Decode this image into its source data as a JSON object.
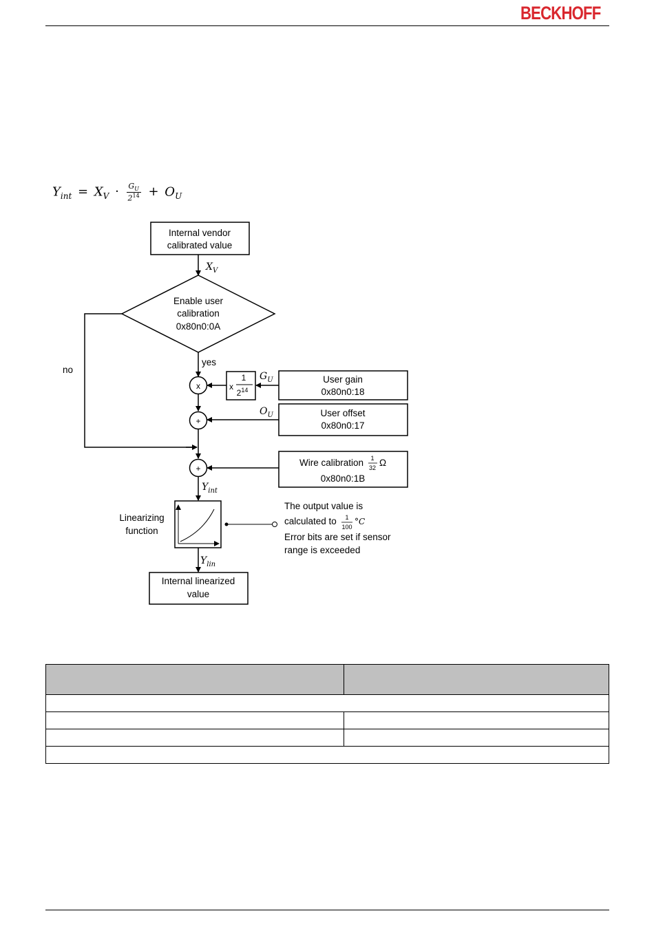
{
  "header": {
    "brand": "BECKHOFF"
  },
  "formula": {
    "lhs": "Y",
    "lhs_sub": "int",
    "eq": "=",
    "x": "X",
    "x_sub": "V",
    "dot": "·",
    "frac_num": "G",
    "frac_num_sub": "U",
    "frac_den": "2",
    "frac_den_pow": "14",
    "plus": "+",
    "o": "O",
    "o_sub": "U"
  },
  "diagram": {
    "vendor_box": [
      "Internal vendor",
      "calibrated value"
    ],
    "xv_label": "X",
    "xv_sub": "V",
    "decision": [
      "Enable user",
      "calibration",
      "0x80n0:0A"
    ],
    "yes": "yes",
    "no": "no",
    "mult_symbol": "x",
    "plus_symbol": "+",
    "gain_factor_prefix": "x",
    "gain_factor_num": "1",
    "gain_factor_den": "2",
    "gain_factor_den_pow": "14",
    "gu_label": "G",
    "gu_sub": "U",
    "user_gain": [
      "User gain",
      "0x80n0:18"
    ],
    "ou_label": "O",
    "ou_sub": "U",
    "user_offset": [
      "User offset",
      "0x80n0:17"
    ],
    "wire_cal_label": "Wire calibration",
    "wire_cal_num": "1",
    "wire_cal_den": "32",
    "wire_cal_unit": "Ω",
    "wire_cal_index": "0x80n0:1B",
    "yint_label": "Y",
    "yint_sub": "int",
    "linearizing": [
      "Linearizing",
      "function"
    ],
    "note_line1": "The output value is",
    "note_line2_prefix": "calculated to",
    "note_num": "1",
    "note_den": "100",
    "note_unit": "°C",
    "note_line3": "Error bits are set if sensor",
    "note_line4": "range is exceeded",
    "ylin_label": "Y",
    "ylin_sub": "lin",
    "linearized_box": [
      "Internal linearized",
      "value"
    ]
  }
}
